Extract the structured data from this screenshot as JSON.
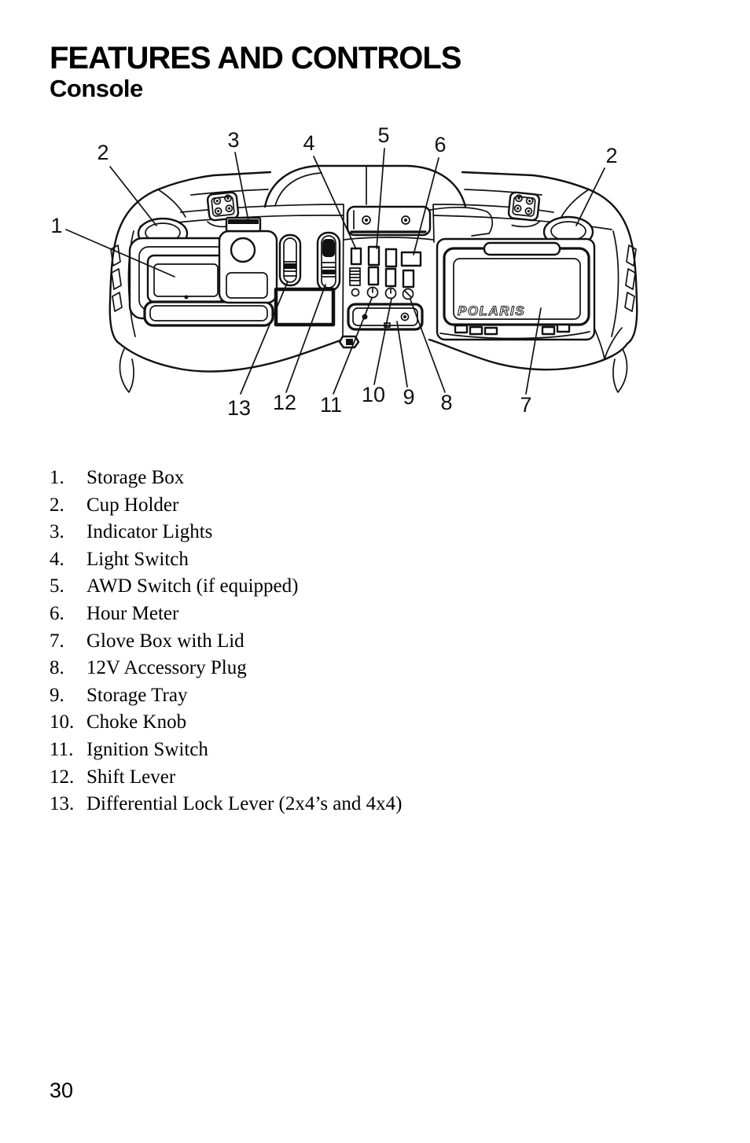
{
  "page": {
    "title": "FEATURES AND CONTROLS",
    "subtitle": "Console",
    "page_number": "30"
  },
  "diagram": {
    "brand_label": "POLARIS",
    "callouts": [
      {
        "label": "1"
      },
      {
        "label": "2"
      },
      {
        "label": "3"
      },
      {
        "label": "4"
      },
      {
        "label": "5"
      },
      {
        "label": "6"
      },
      {
        "label": "2"
      },
      {
        "label": "7"
      },
      {
        "label": "8"
      },
      {
        "label": "9"
      },
      {
        "label": "10"
      },
      {
        "label": "11"
      },
      {
        "label": "12"
      },
      {
        "label": "13"
      }
    ]
  },
  "legend": [
    {
      "num": "1.",
      "label": "Storage Box"
    },
    {
      "num": "2.",
      "label": "Cup Holder"
    },
    {
      "num": "3.",
      "label": "Indicator Lights"
    },
    {
      "num": "4.",
      "label": "Light Switch"
    },
    {
      "num": "5.",
      "label": "AWD Switch (if equipped)"
    },
    {
      "num": "6.",
      "label": "Hour Meter"
    },
    {
      "num": "7.",
      "label": "Glove Box with Lid"
    },
    {
      "num": "8.",
      "label": "12V Accessory Plug"
    },
    {
      "num": "9.",
      "label": "Storage Tray"
    },
    {
      "num": "10.",
      "label": "Choke Knob"
    },
    {
      "num": "11.",
      "label": "Ignition Switch"
    },
    {
      "num": "12.",
      "label": "Shift Lever"
    },
    {
      "num": "13.",
      "label": "Differential Lock Lever (2x4’s and 4x4)"
    }
  ]
}
